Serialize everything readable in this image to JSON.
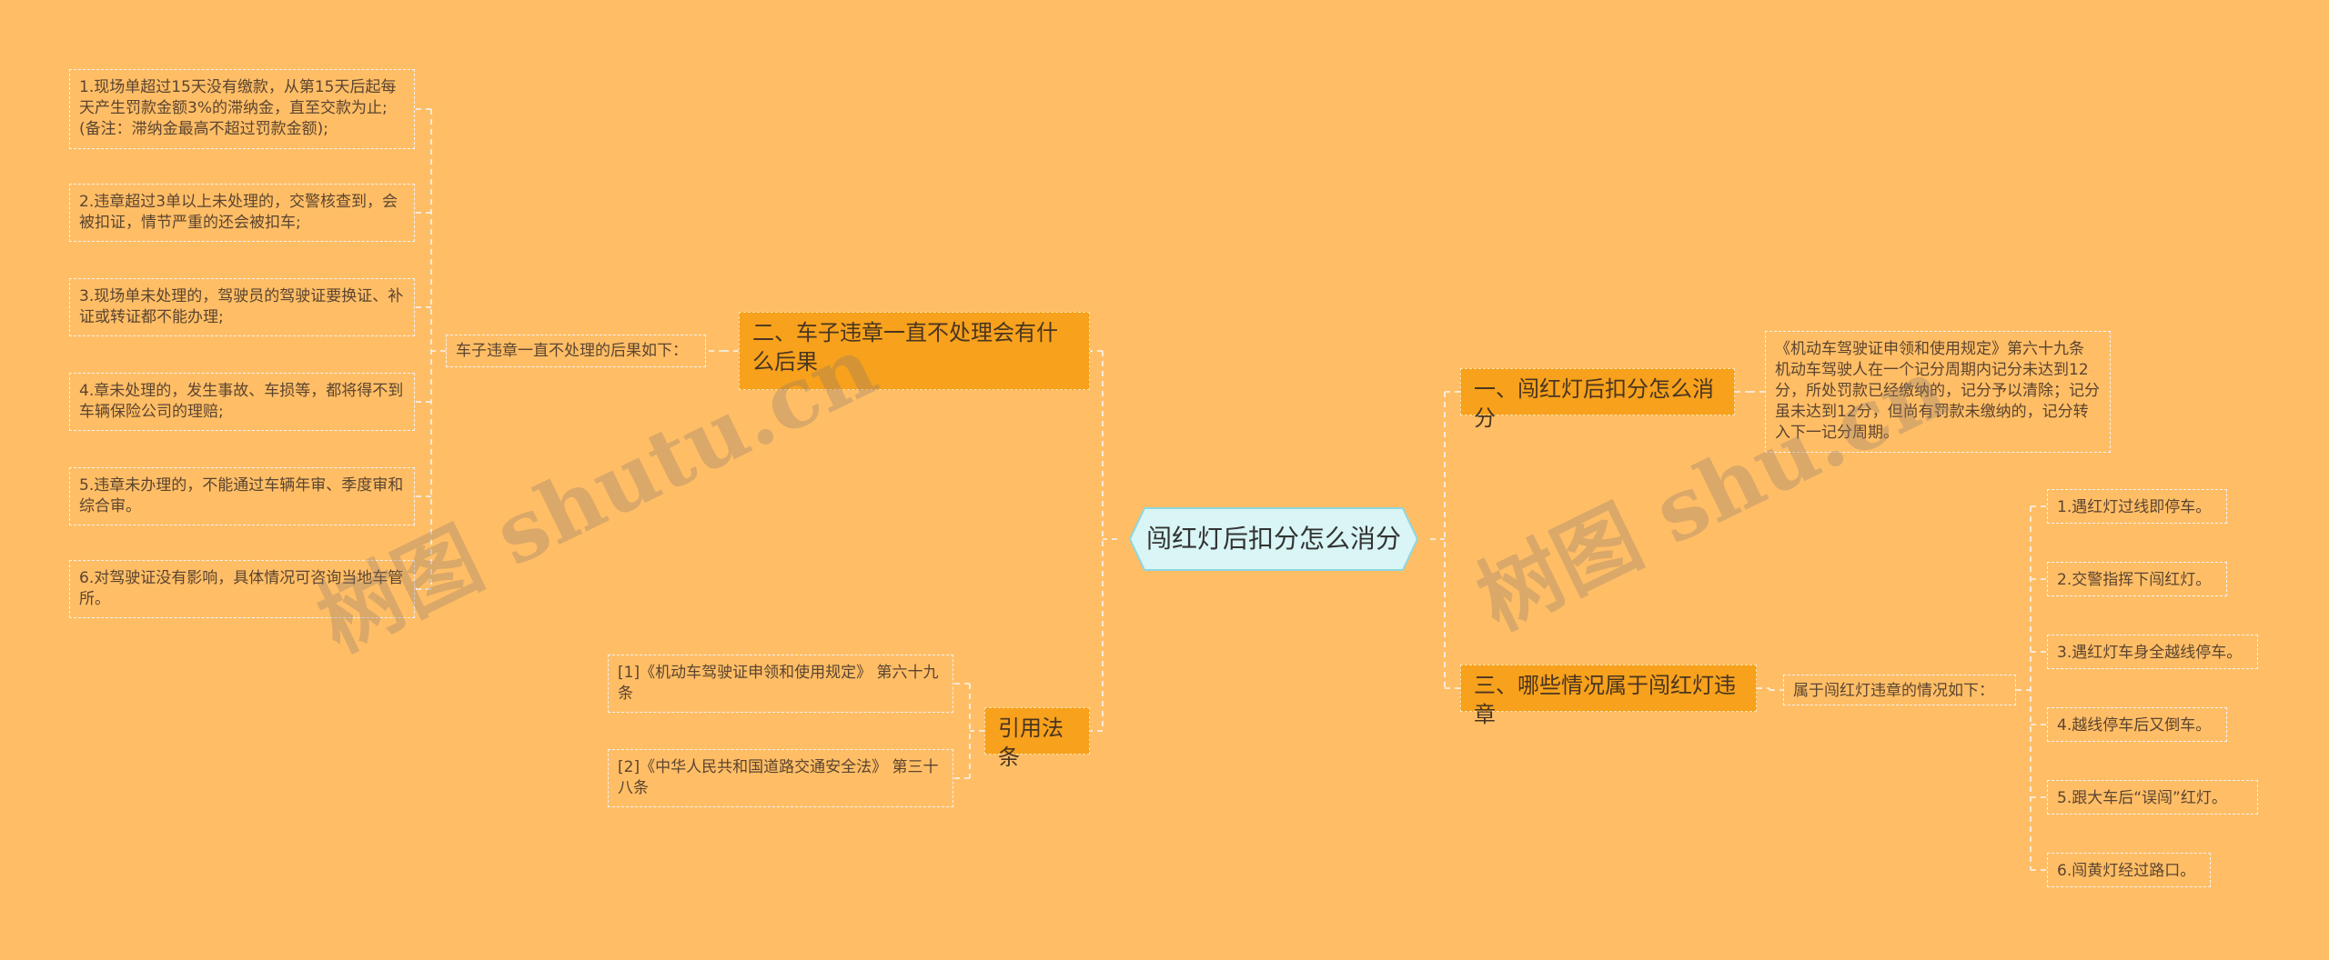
{
  "center": {
    "label": "闯红灯后扣分怎么消分"
  },
  "branches": {
    "b1": {
      "label": "一、闯红灯后扣分怎么消分",
      "leaf": "《机动车驾驶证申领和使用规定》第六十九条 机动车驾驶人在一个记分周期内记分未达到12分，所处罚款已经缴纳的，记分予以清除；记分虽未达到12分，但尚有罚款未缴纳的，记分转入下一记分周期。"
    },
    "b2": {
      "label": "二、车子违章一直不处理会有什么后果",
      "mid": "车子违章一直不处理的后果如下：",
      "leaves": [
        "1.现场单超过15天没有缴款，从第15天后起每天产生罚款金额3%的滞纳金，直至交款为止;(备注：滞纳金最高不超过罚款金额);",
        "2.违章超过3单以上未处理的，交警核查到，会被扣证，情节严重的还会被扣车;",
        "3.现场单未处理的，驾驶员的驾驶证要换证、补证或转证都不能办理;",
        "4.章未处理的，发生事故、车损等，都将得不到车辆保险公司的理赔;",
        "5.违章未办理的，不能通过车辆年审、季度审和综合审。",
        "6.对驾驶证没有影响，具体情况可咨询当地车管所。"
      ]
    },
    "b3": {
      "label": "三、哪些情况属于闯红灯违章",
      "mid": "属于闯红灯违章的情况如下：",
      "leaves": [
        "1.遇红灯过线即停车。",
        "2.交警指挥下闯红灯。",
        "3.遇红灯车身全越线停车。",
        "4.越线停车后又倒车。",
        "5.跟大车后“误闯”红灯。",
        "6.闯黄灯经过路口。"
      ]
    },
    "b4": {
      "label": "引用法条",
      "leaves": [
        "[1]《机动车驾驶证申领和使用规定》 第六十九条",
        "[2]《中华人民共和国道路交通安全法》 第三十八条"
      ]
    }
  },
  "watermarks": [
    "树图 shutu.cn",
    "树图 shu.cn"
  ],
  "colors": {
    "background": "#ffbe66",
    "branch": "#f7a11c",
    "center_fill": "#d9f5f5",
    "link": "#f5f5f5"
  }
}
